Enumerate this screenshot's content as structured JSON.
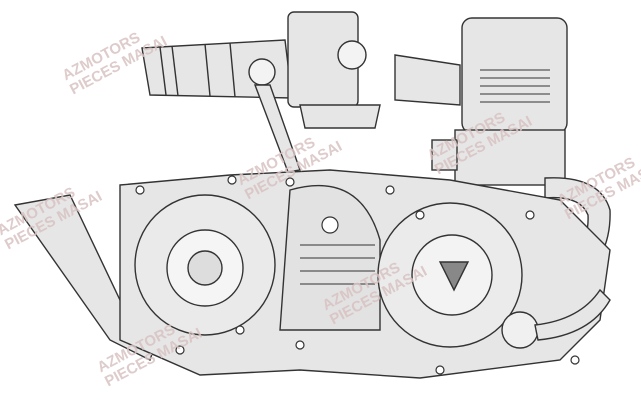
{
  "diagram": {
    "subject": "engine-exploded-view",
    "watermark": {
      "line1": "AZMOTORS",
      "line2": "PIECES MASAI",
      "color": "#d9c2c2"
    }
  }
}
